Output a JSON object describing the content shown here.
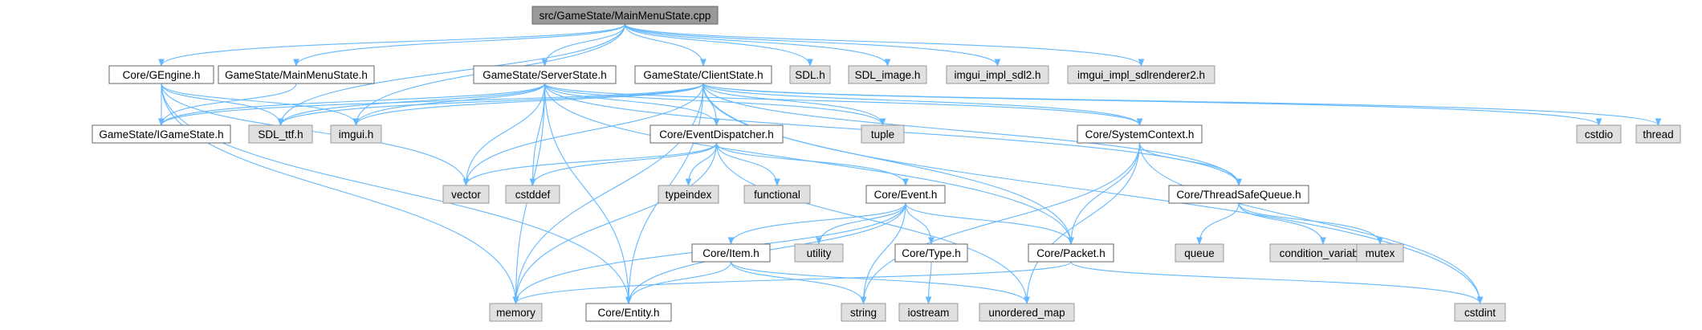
{
  "colors": {
    "edge": "#63b8ff",
    "root_fill": "#999999",
    "root_border": "#666666",
    "local_fill": "#ffffff",
    "local_border": "#666666",
    "external_fill": "#e0e0e0",
    "external_border": "#999999",
    "text": "#000000"
  },
  "nodes": [
    {
      "id": "root",
      "label": "src/GameState/MainMenuState.cpp",
      "kind": "root"
    },
    {
      "id": "gengine",
      "label": "Core/GEngine.h",
      "kind": "local"
    },
    {
      "id": "mainmenu",
      "label": "GameState/MainMenuState.h",
      "kind": "local"
    },
    {
      "id": "server",
      "label": "GameState/ServerState.h",
      "kind": "local"
    },
    {
      "id": "client",
      "label": "GameState/ClientState.h",
      "kind": "local"
    },
    {
      "id": "sdl",
      "label": "SDL.h",
      "kind": "external"
    },
    {
      "id": "sdlimage",
      "label": "SDL_image.h",
      "kind": "external"
    },
    {
      "id": "imguisdl2",
      "label": "imgui_impl_sdl2.h",
      "kind": "external"
    },
    {
      "id": "imguirend",
      "label": "imgui_impl_sdlrenderer2.h",
      "kind": "external"
    },
    {
      "id": "igamestate",
      "label": "GameState/IGameState.h",
      "kind": "local"
    },
    {
      "id": "sdlttf",
      "label": "SDL_ttf.h",
      "kind": "external"
    },
    {
      "id": "imgui",
      "label": "imgui.h",
      "kind": "external"
    },
    {
      "id": "eventdisp",
      "label": "Core/EventDispatcher.h",
      "kind": "local"
    },
    {
      "id": "tuple",
      "label": "tuple",
      "kind": "external"
    },
    {
      "id": "syscontext",
      "label": "Core/SystemContext.h",
      "kind": "local"
    },
    {
      "id": "cstdio",
      "label": "cstdio",
      "kind": "external"
    },
    {
      "id": "thread",
      "label": "thread",
      "kind": "external"
    },
    {
      "id": "vector",
      "label": "vector",
      "kind": "external"
    },
    {
      "id": "cstddef",
      "label": "cstddef",
      "kind": "external"
    },
    {
      "id": "typeindex",
      "label": "typeindex",
      "kind": "external"
    },
    {
      "id": "functional",
      "label": "functional",
      "kind": "external"
    },
    {
      "id": "event",
      "label": "Core/Event.h",
      "kind": "local"
    },
    {
      "id": "tsqueue",
      "label": "Core/ThreadSafeQueue.h",
      "kind": "local"
    },
    {
      "id": "queue",
      "label": "queue",
      "kind": "external"
    },
    {
      "id": "condvar",
      "label": "condition_variable",
      "kind": "external"
    },
    {
      "id": "mutex",
      "label": "mutex",
      "kind": "external"
    },
    {
      "id": "item",
      "label": "Core/Item.h",
      "kind": "local"
    },
    {
      "id": "utility",
      "label": "utility",
      "kind": "external"
    },
    {
      "id": "type",
      "label": "Core/Type.h",
      "kind": "local"
    },
    {
      "id": "packet",
      "label": "Core/Packet.h",
      "kind": "local"
    },
    {
      "id": "memory",
      "label": "memory",
      "kind": "external"
    },
    {
      "id": "entity",
      "label": "Core/Entity.h",
      "kind": "local"
    },
    {
      "id": "string",
      "label": "string",
      "kind": "external"
    },
    {
      "id": "iostream",
      "label": "iostream",
      "kind": "external"
    },
    {
      "id": "unordered_map",
      "label": "unordered_map",
      "kind": "external"
    },
    {
      "id": "cstdint",
      "label": "cstdint",
      "kind": "external"
    }
  ],
  "edges": [
    [
      "root",
      "gengine"
    ],
    [
      "root",
      "mainmenu"
    ],
    [
      "root",
      "server"
    ],
    [
      "root",
      "client"
    ],
    [
      "root",
      "sdl"
    ],
    [
      "root",
      "sdlimage"
    ],
    [
      "root",
      "imguisdl2"
    ],
    [
      "root",
      "imguirend"
    ],
    [
      "root",
      "sdlttf"
    ],
    [
      "root",
      "imgui"
    ],
    [
      "gengine",
      "igamestate"
    ],
    [
      "gengine",
      "sdlttf"
    ],
    [
      "gengine",
      "imgui"
    ],
    [
      "gengine",
      "vector"
    ],
    [
      "gengine",
      "memory"
    ],
    [
      "gengine",
      "entity"
    ],
    [
      "mainmenu",
      "igamestate"
    ],
    [
      "server",
      "igamestate"
    ],
    [
      "server",
      "sdlttf"
    ],
    [
      "server",
      "imgui"
    ],
    [
      "server",
      "eventdisp"
    ],
    [
      "server",
      "tuple"
    ],
    [
      "server",
      "syscontext"
    ],
    [
      "server",
      "vector"
    ],
    [
      "server",
      "cstddef"
    ],
    [
      "server",
      "memory"
    ],
    [
      "server",
      "entity"
    ],
    [
      "server",
      "packet"
    ],
    [
      "server",
      "tsqueue"
    ],
    [
      "client",
      "igamestate"
    ],
    [
      "client",
      "sdlttf"
    ],
    [
      "client",
      "imgui"
    ],
    [
      "client",
      "eventdisp"
    ],
    [
      "client",
      "tuple"
    ],
    [
      "client",
      "syscontext"
    ],
    [
      "client",
      "cstdio"
    ],
    [
      "client",
      "thread"
    ],
    [
      "client",
      "vector"
    ],
    [
      "client",
      "memory"
    ],
    [
      "client",
      "entity"
    ],
    [
      "client",
      "packet"
    ],
    [
      "client",
      "tsqueue"
    ],
    [
      "client",
      "cstdint"
    ],
    [
      "eventdisp",
      "vector"
    ],
    [
      "eventdisp",
      "cstddef"
    ],
    [
      "eventdisp",
      "typeindex"
    ],
    [
      "eventdisp",
      "functional"
    ],
    [
      "eventdisp",
      "event"
    ],
    [
      "eventdisp",
      "memory"
    ],
    [
      "eventdisp",
      "unordered_map"
    ],
    [
      "syscontext",
      "tsqueue"
    ],
    [
      "syscontext",
      "packet"
    ],
    [
      "syscontext",
      "string"
    ],
    [
      "syscontext",
      "unordered_map"
    ],
    [
      "syscontext",
      "cstdint"
    ],
    [
      "tsqueue",
      "queue"
    ],
    [
      "tsqueue",
      "condvar"
    ],
    [
      "tsqueue",
      "mutex"
    ],
    [
      "event",
      "item"
    ],
    [
      "event",
      "utility"
    ],
    [
      "event",
      "type"
    ],
    [
      "event",
      "packet"
    ],
    [
      "event",
      "memory"
    ],
    [
      "event",
      "entity"
    ],
    [
      "event",
      "string"
    ],
    [
      "item",
      "entity"
    ],
    [
      "item",
      "string"
    ],
    [
      "item",
      "unordered_map"
    ],
    [
      "type",
      "iostream"
    ],
    [
      "packet",
      "memory"
    ],
    [
      "packet",
      "cstdint"
    ]
  ]
}
